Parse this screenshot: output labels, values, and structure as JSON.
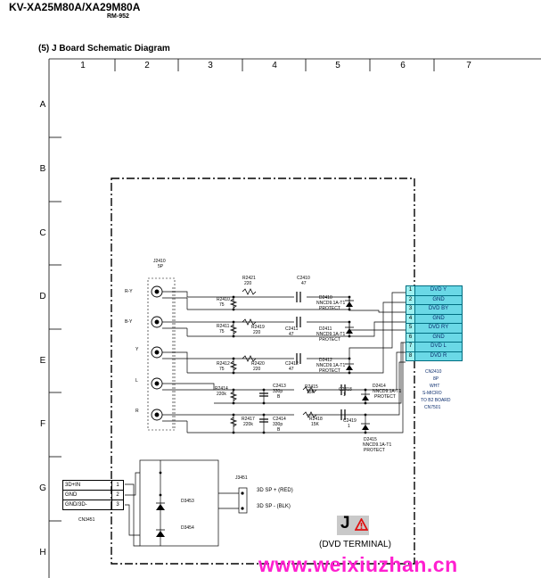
{
  "header": {
    "model": "KV-XA25M80A/XA29M80A",
    "sub": "RM-952",
    "section_title": "(5) J Board Schematic Diagram"
  },
  "grid": {
    "columns": [
      "1",
      "2",
      "3",
      "4",
      "5",
      "6",
      "7"
    ],
    "rows": [
      "A",
      "B",
      "C",
      "D",
      "E",
      "F",
      "G",
      "H"
    ]
  },
  "jack_block": {
    "ref": "J2410",
    "pins": "5P",
    "inputs": [
      "R-Y",
      "B-Y",
      "Y",
      "L",
      "R"
    ]
  },
  "components": {
    "r2421": {
      "ref": "R2421",
      "value": "220"
    },
    "c2410": {
      "ref": "C2410",
      "value": "47"
    },
    "r2410": {
      "ref": "R2410",
      "value": "75"
    },
    "d2410": {
      "ref": "D2410",
      "part": "NNCD9.1A-T1",
      "note": "PROTECT"
    },
    "r2411": {
      "ref": "R2411",
      "value": "75"
    },
    "r2419": {
      "ref": "R2419",
      "value": "220"
    },
    "c2411": {
      "ref": "C2411",
      "value": "47"
    },
    "d2411": {
      "ref": "D2411",
      "part": "NNCD9.1A-T1",
      "note": "PROTECT"
    },
    "r2412": {
      "ref": "R2412",
      "value": "75"
    },
    "r2420": {
      "ref": "R2420",
      "value": "220"
    },
    "c2412": {
      "ref": "C2412",
      "value": "47"
    },
    "d2412": {
      "ref": "D2412",
      "part": "NNCD9.1A-T1",
      "note": "PROTECT"
    },
    "r2414": {
      "ref": "R2414",
      "value": "220k"
    },
    "c2413": {
      "ref": "C2413",
      "value": "330p",
      "type": "B"
    },
    "r2415": {
      "ref": "R2415",
      "value": "15K"
    },
    "c2418": {
      "ref": "C2418",
      "value": "1"
    },
    "d2414": {
      "ref": "D2414",
      "part": "NNCD9.1A-T1",
      "note": "PROTECT"
    },
    "r2417": {
      "ref": "R2417",
      "value": "220k"
    },
    "c2414": {
      "ref": "C2414",
      "value": "330p",
      "type": "B"
    },
    "r2418": {
      "ref": "R2418",
      "value": "15K"
    },
    "c2419": {
      "ref": "C2419",
      "value": "1"
    },
    "d2415": {
      "ref": "D2415",
      "part": "NNCD9.1A-T1",
      "note": "PROTECT"
    },
    "d3453": {
      "ref": "D3453"
    },
    "d3454": {
      "ref": "D3454"
    },
    "j3451": {
      "ref": "J3451"
    }
  },
  "cn2410": {
    "pins": [
      {
        "num": "1",
        "signal": "DVD Y"
      },
      {
        "num": "2",
        "signal": "GND"
      },
      {
        "num": "3",
        "signal": "DVD BY"
      },
      {
        "num": "4",
        "signal": "GND"
      },
      {
        "num": "5",
        "signal": "DVD RY"
      },
      {
        "num": "6",
        "signal": "GND"
      },
      {
        "num": "7",
        "signal": "DVD L"
      },
      {
        "num": "8",
        "signal": "DVD R"
      }
    ],
    "note": [
      "CN2410",
      "8P",
      "WHT",
      "S-MICRO",
      "TO B2 BOARD",
      "CN7501"
    ]
  },
  "cn3451": {
    "ref": "CN3451",
    "pins": [
      {
        "signal": "3D+IN",
        "num": "1"
      },
      {
        "signal": "GND",
        "num": "2"
      },
      {
        "signal": "GND/3D-",
        "num": "3"
      }
    ]
  },
  "speaker_outputs": [
    "3D SP + (RED)",
    "3D SP - (BLK)"
  ],
  "badge": {
    "letter": "J",
    "caption": "(DVD TERMINAL)"
  },
  "watermark": "www.weixiuzhan.cn",
  "colors": {
    "connector_fill": "#6ad8e6",
    "connector_pin_fill": "#9ef0f0",
    "watermark": "#ff1fd0",
    "warning": "#e01010"
  }
}
